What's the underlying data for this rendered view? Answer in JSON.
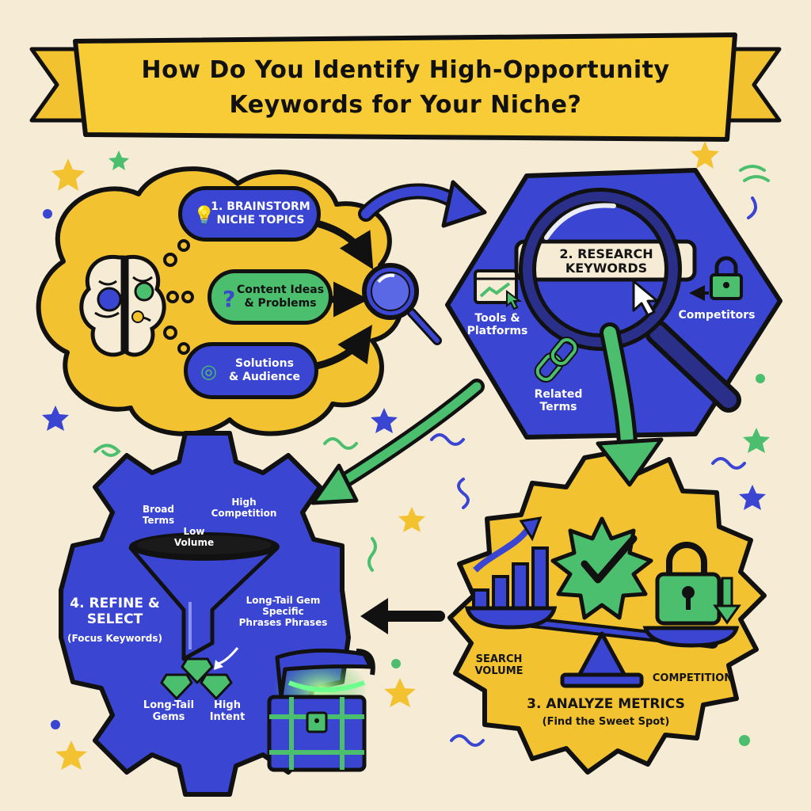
{
  "title": {
    "line1": "How Do You Identify High-Opportunity",
    "line2": "Keywords for Your Niche?"
  },
  "colors": {
    "background": "#f6ecd6",
    "yellow": "#f2c230",
    "blue": "#3a46d1",
    "green": "#4bbf6d",
    "outline": "#111111"
  },
  "icons": {
    "lightbulb": "💡",
    "question": "?",
    "target": "◎"
  },
  "steps": {
    "brainstorm": {
      "label": "1. BRAINSTORM\nNICHE TOPICS",
      "ideas": "Content Ideas\n& Problems",
      "solutions": "Solutions\n& Audience"
    },
    "research": {
      "label": "2. RESEARCH\nKEYWORDS",
      "tools": "Tools &\nPlatforms",
      "competitors": "Competitors",
      "related": "Related\nTerms"
    },
    "analyze": {
      "search_volume": "SEARCH\nVOLUME",
      "competition": "COMPETITION",
      "label": "3. ANALYZE METRICS",
      "sublabel": "(Find the Sweet Spot)"
    },
    "refine": {
      "broad_terms": "Broad\nTerms",
      "high_competition": "High\nCompetition",
      "low_volume": "Low\nVolume",
      "label": "4. REFINE &\nSELECT",
      "sublabel": "(Focus Keywords)",
      "long_tail_note": "Long-Tail Gem\nSpecific\nPhrases Phrases",
      "long_tail_gems": "Long-Tail\nGems",
      "high_intent": "High\nIntent"
    }
  }
}
